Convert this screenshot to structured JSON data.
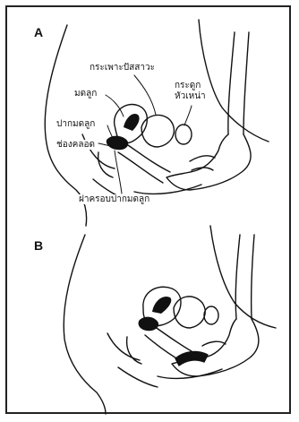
{
  "panels": {
    "a": {
      "letter": "A",
      "labels": {
        "bladder": "กระเพาะปัสสาวะ",
        "uterus": "มดลูก",
        "pubic_bone_line1": "กระดูก",
        "pubic_bone_line2": "หัวเหน่า",
        "cervix": "ปากมดลูก",
        "vagina": "ช่องคลอด",
        "cervical_cap": "ฝาครอบปากมดลูก"
      }
    },
    "b": {
      "letter": "B"
    }
  },
  "colors": {
    "line": "#111111",
    "fill": "#111111",
    "background": "#ffffff"
  }
}
